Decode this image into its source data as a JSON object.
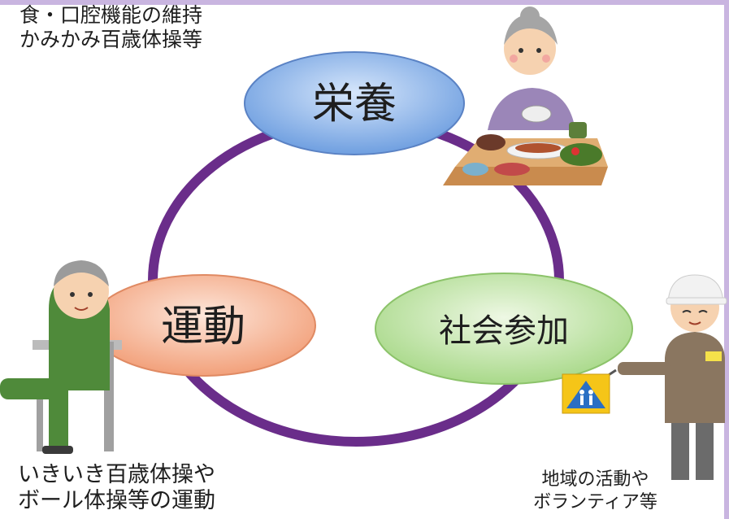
{
  "nodes": {
    "nutrition": {
      "label": "栄養"
    },
    "exercise": {
      "label": "運動"
    },
    "social": {
      "label": "社会参加"
    }
  },
  "captions": {
    "nutrition_line1": "食・口腔機能の維持",
    "nutrition_line2": "かみかみ百歳体操等",
    "exercise_line1": "いきいき百歳体操や",
    "exercise_line2": "ボール体操等の運動",
    "social_line1": "地域の活動や",
    "social_line2": "ボランティア等"
  },
  "colors": {
    "ring": "#6a2d8a",
    "nutrition_fill": "#6f9fe0",
    "exercise_fill": "#f2a07a",
    "social_fill": "#a9d98a"
  },
  "icons": [
    "elderly-woman-eating-illustration",
    "elderly-man-exercising-illustration",
    "crossing-guard-volunteer-illustration",
    "pedestrian-crossing-sign-icon"
  ]
}
